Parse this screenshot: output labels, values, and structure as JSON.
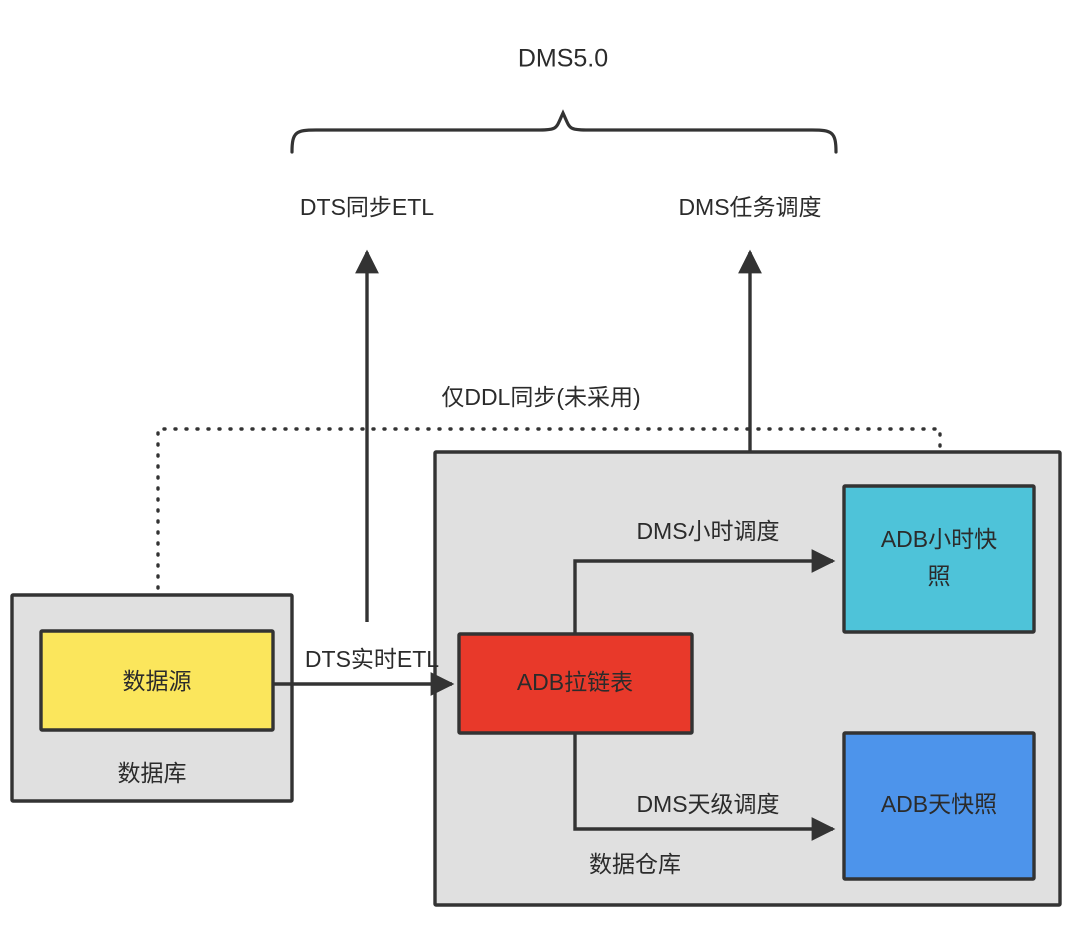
{
  "diagram": {
    "title": "DMS5.0",
    "brace": {
      "label": "DMS5.0"
    },
    "top_channels": [
      {
        "id": "dts-sync-etl",
        "label": "DTS同步ETL"
      },
      {
        "id": "dms-task-schedule",
        "label": "DMS任务调度"
      }
    ],
    "groups": [
      {
        "id": "database",
        "label": "数据库",
        "fill": "#E0E0E0",
        "stroke": "#333333"
      },
      {
        "id": "data-warehouse",
        "label": "数据仓库",
        "fill": "#E0E0E0",
        "stroke": "#333333"
      }
    ],
    "nodes": [
      {
        "id": "data-source",
        "label": "数据源",
        "fill": "#FBE65C",
        "stroke": "#333333"
      },
      {
        "id": "adb-zipper-table",
        "label": "ADB拉链表",
        "fill": "#E8392A",
        "stroke": "#333333"
      },
      {
        "id": "adb-hourly-snapshot",
        "label_line1": "ADB小时快",
        "label_line2": "照",
        "fill": "#4EC3D9",
        "stroke": "#333333"
      },
      {
        "id": "adb-daily-snapshot",
        "label": "ADB天快照",
        "fill": "#4D94EB",
        "stroke": "#333333"
      }
    ],
    "edges": [
      {
        "id": "ddl-sync-only",
        "label": "仅DDL同步(未采用)",
        "style": "dotted"
      },
      {
        "id": "dts-realtime-etl",
        "label": "DTS实时ETL",
        "style": "solid"
      },
      {
        "id": "dms-hourly-schedule",
        "label": "DMS小时调度",
        "style": "solid"
      },
      {
        "id": "dms-daily-schedule",
        "label": "DMS天级调度",
        "style": "solid"
      }
    ],
    "colors": {
      "line": "#333333",
      "background": "#FFFFFF",
      "group_fill": "#E0E0E0",
      "yellow": "#FBE65C",
      "red": "#E8392A",
      "cyan": "#4EC3D9",
      "blue": "#4D94EB"
    }
  }
}
